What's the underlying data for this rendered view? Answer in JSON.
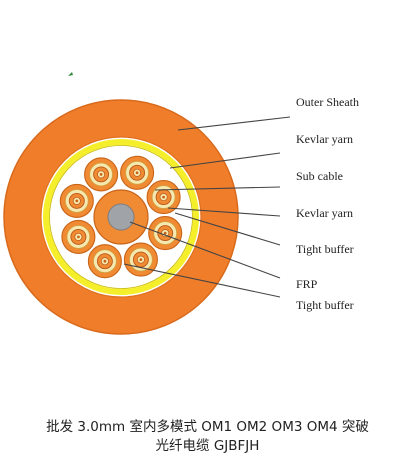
{
  "labels": {
    "outer_sheath": "Outer Sheath",
    "kevlar_outer": "Kevlar yarn",
    "sub_cable": "Sub cable",
    "kevlar_inner": "Kevlar yarn",
    "tight_buffer_1": "Tight buffer",
    "frp": "FRP",
    "tight_buffer_2": "Tight buffer"
  },
  "caption": {
    "line1": "批发 3.0mm 室内多模式 OM1 OM2 OM3 OM4 突破",
    "line2": "光纤电缆 GJBFJH"
  },
  "colors": {
    "sheath": "#F07D2A",
    "sheath_edge": "#D96A1C",
    "kevlar_ring": "#F5EE2A",
    "subcable": "#F08A33",
    "fiber_ring": "#F6E9B0",
    "frp": "#A0A4A8",
    "leader": "#444444"
  }
}
